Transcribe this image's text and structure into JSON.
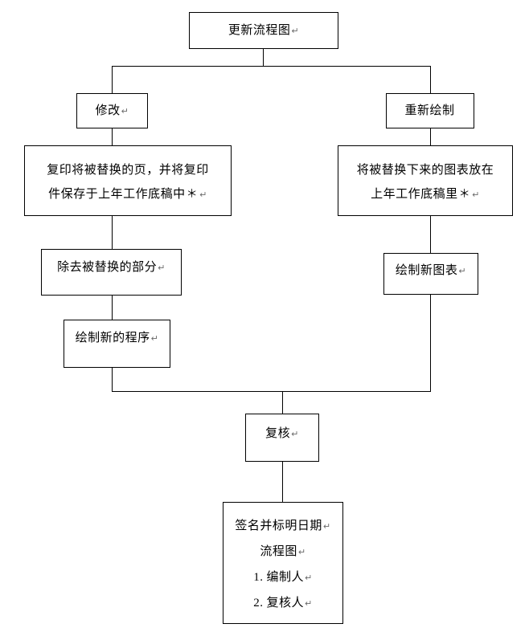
{
  "diagram": {
    "title_node": {
      "id": "update-flowchart",
      "lines": [
        {
          "text": "更新流程图",
          "pmark": "↵"
        }
      ]
    },
    "branches": {
      "left": {
        "id": "modify",
        "lines": [
          {
            "text": "修改",
            "pmark": "↵"
          }
        ]
      },
      "right": {
        "id": "redraw",
        "lines": [
          {
            "text": "重新绘制",
            "pmark": ""
          }
        ]
      }
    },
    "left_chain": [
      {
        "id": "copy-replaced-page",
        "lines": [
          {
            "text": "复印将被替换的页，并将复印",
            "pmark": ""
          },
          {
            "text": "件保存于上年工作底稿中",
            "star": "＊",
            "pmark": "↵"
          }
        ]
      },
      {
        "id": "remove-replaced-part",
        "lines": [
          {
            "text": "除去被替换的部分",
            "pmark": "↵"
          }
        ]
      },
      {
        "id": "draw-new-procedure",
        "lines": [
          {
            "text": "绘制新的程序",
            "pmark": "↵"
          }
        ]
      }
    ],
    "right_chain": [
      {
        "id": "store-replaced-chart",
        "lines": [
          {
            "text": "将被替换下来的图表放在",
            "pmark": ""
          },
          {
            "text": "上年工作底稿里",
            "star": "＊",
            "pmark": "↵"
          }
        ]
      },
      {
        "id": "draw-new-chart",
        "lines": [
          {
            "text": "绘制新图表",
            "pmark": "↵"
          }
        ]
      }
    ],
    "merge_node": {
      "id": "review",
      "lines": [
        {
          "text": "复核",
          "pmark": "↵"
        }
      ]
    },
    "final_node": {
      "id": "sign-and-date",
      "lines": [
        {
          "text": "签名并标明日期",
          "pmark": "↵"
        },
        {
          "text": "流程图",
          "pmark": "↵"
        },
        {
          "num": "1.",
          "text": "编制人",
          "pmark": "↵"
        },
        {
          "num": "2.",
          "text": "复核人",
          "pmark": "↵"
        }
      ]
    },
    "colors": {
      "stroke": "#000000",
      "fill": "#ffffff",
      "text": "#000000",
      "pilcrow": "#6a6a6a"
    }
  }
}
